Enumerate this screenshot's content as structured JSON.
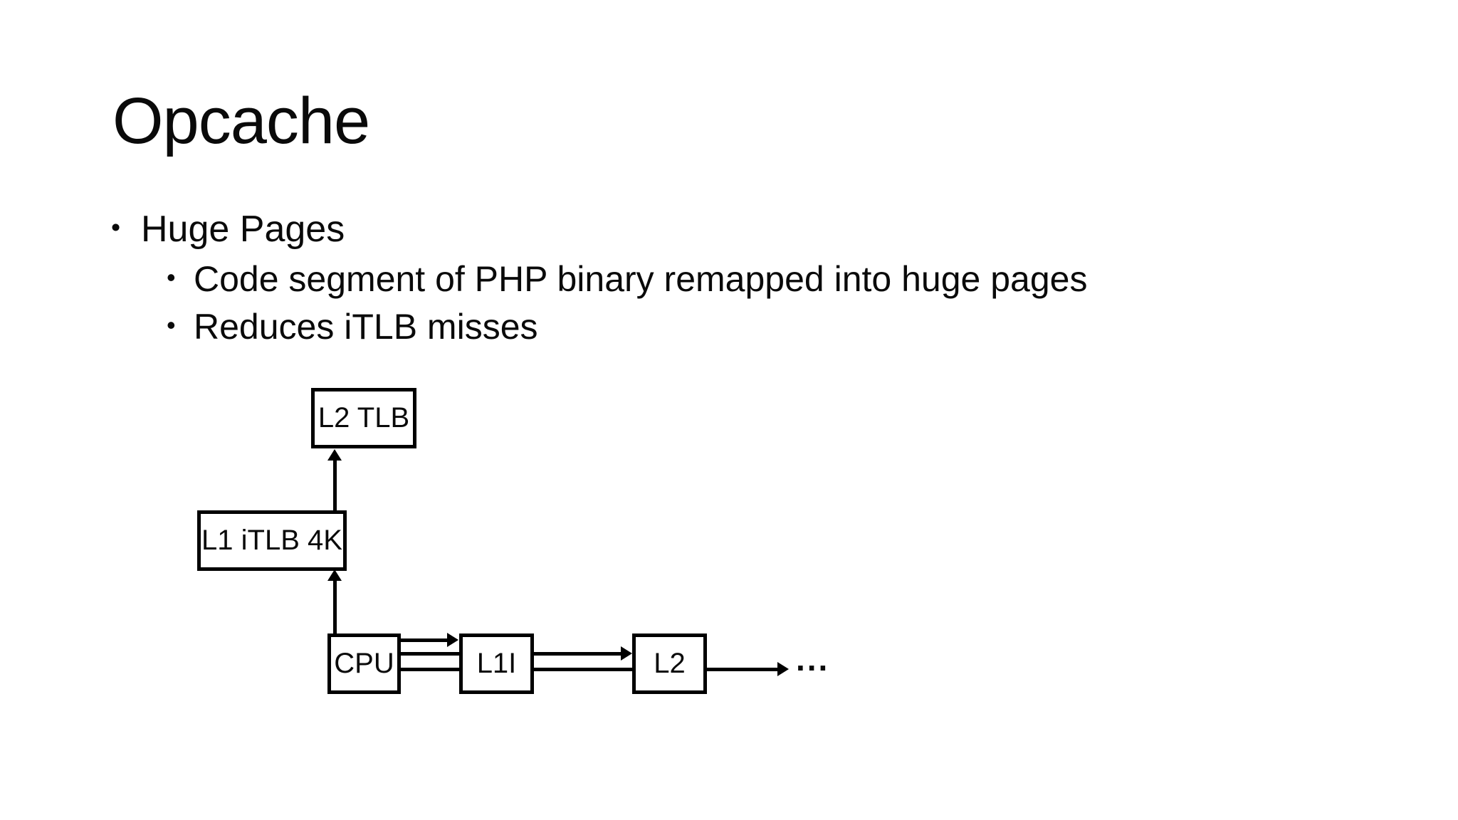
{
  "slide": {
    "title": "Opcache",
    "bullet_char": "•",
    "bullets": [
      {
        "level": 1,
        "text": "Huge Pages"
      },
      {
        "level": 2,
        "text": "Code segment of PHP binary remapped into huge pages"
      },
      {
        "level": 2,
        "text": "Reduces iTLB misses"
      }
    ],
    "diagram": {
      "nodes": [
        {
          "id": "l2tlb",
          "label": "L2 TLB"
        },
        {
          "id": "l1itlb",
          "label": "L1 iTLB 4K"
        },
        {
          "id": "cpu",
          "label": "CPU"
        },
        {
          "id": "l1i",
          "label": "L1I"
        },
        {
          "id": "l2",
          "label": "L2"
        }
      ],
      "edges": [
        {
          "from": "CPU",
          "to": "L1 iTLB 4K"
        },
        {
          "from": "L1 iTLB 4K",
          "to": "L2 TLB"
        },
        {
          "from": "CPU",
          "to": "L1I"
        },
        {
          "from": "L1I",
          "to": "L2"
        },
        {
          "from": "L2",
          "to": "..."
        }
      ],
      "ellipsis": "..."
    },
    "colors": {
      "background": "#ffffff",
      "text": "#0a0a0a",
      "line": "#000000"
    }
  }
}
